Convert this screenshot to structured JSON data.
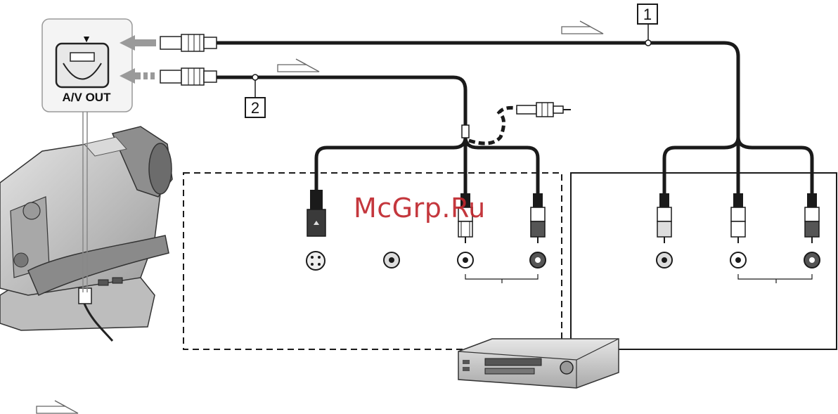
{
  "callouts": {
    "cable_1": "1",
    "cable_2": "2"
  },
  "camera_port": {
    "label": "A/V OUT",
    "marker": "▼"
  },
  "watermark": {
    "text": "McGrp.Ru"
  },
  "colors": {
    "line": "#1a1a1a",
    "arrow_grey": "#9a9a9a",
    "device_grey": "#cfcfcf",
    "watermark": "#c0272d"
  },
  "icons": [
    "signal-flow-arrow-icon",
    "av-out-jack-icon",
    "s-video-jack-icon",
    "rca-jack-icon"
  ]
}
